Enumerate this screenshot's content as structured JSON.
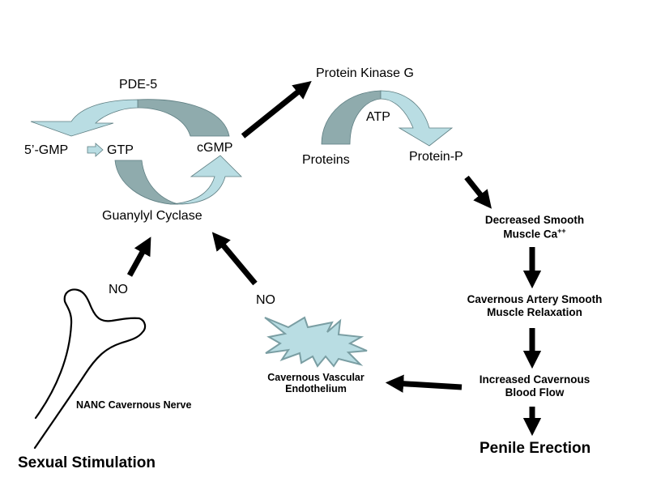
{
  "colors": {
    "light_arrow": "#b9dde3",
    "dark_arrow": "#8fabad",
    "arrow_stroke": "#5e7e82",
    "black_arrow": "#000000",
    "starburst_fill": "#b9dde3",
    "starburst_stroke": "#7a9ea3"
  },
  "cycle_gmp": {
    "enzyme_top": "PDE-5",
    "gmp5": "5’-GMP",
    "gtp": "GTP",
    "cgmp": "cGMP",
    "enzyme_bottom": "Guanylyl Cyclase"
  },
  "kinase_cycle": {
    "enzyme": "Protein Kinase G",
    "cofactor": "ATP",
    "substrate": "Proteins",
    "product": "Protein-P"
  },
  "cascade": [
    {
      "line1": "Decreased Smooth",
      "line2": "Muscle Ca",
      "sup": "++"
    },
    {
      "line1": "Cavernous Artery Smooth",
      "line2": "Muscle Relaxation"
    },
    {
      "line1": "Increased Cavernous",
      "line2": "Blood Flow"
    }
  ],
  "outcome": "Penile Erection",
  "endothelium": {
    "line1": "Cavernous Vascular",
    "line2": "Endothelium"
  },
  "no_left": "NO",
  "no_right": "NO",
  "nerve_label": "NANC Cavernous Nerve",
  "stimulus": "Sexual Stimulation"
}
